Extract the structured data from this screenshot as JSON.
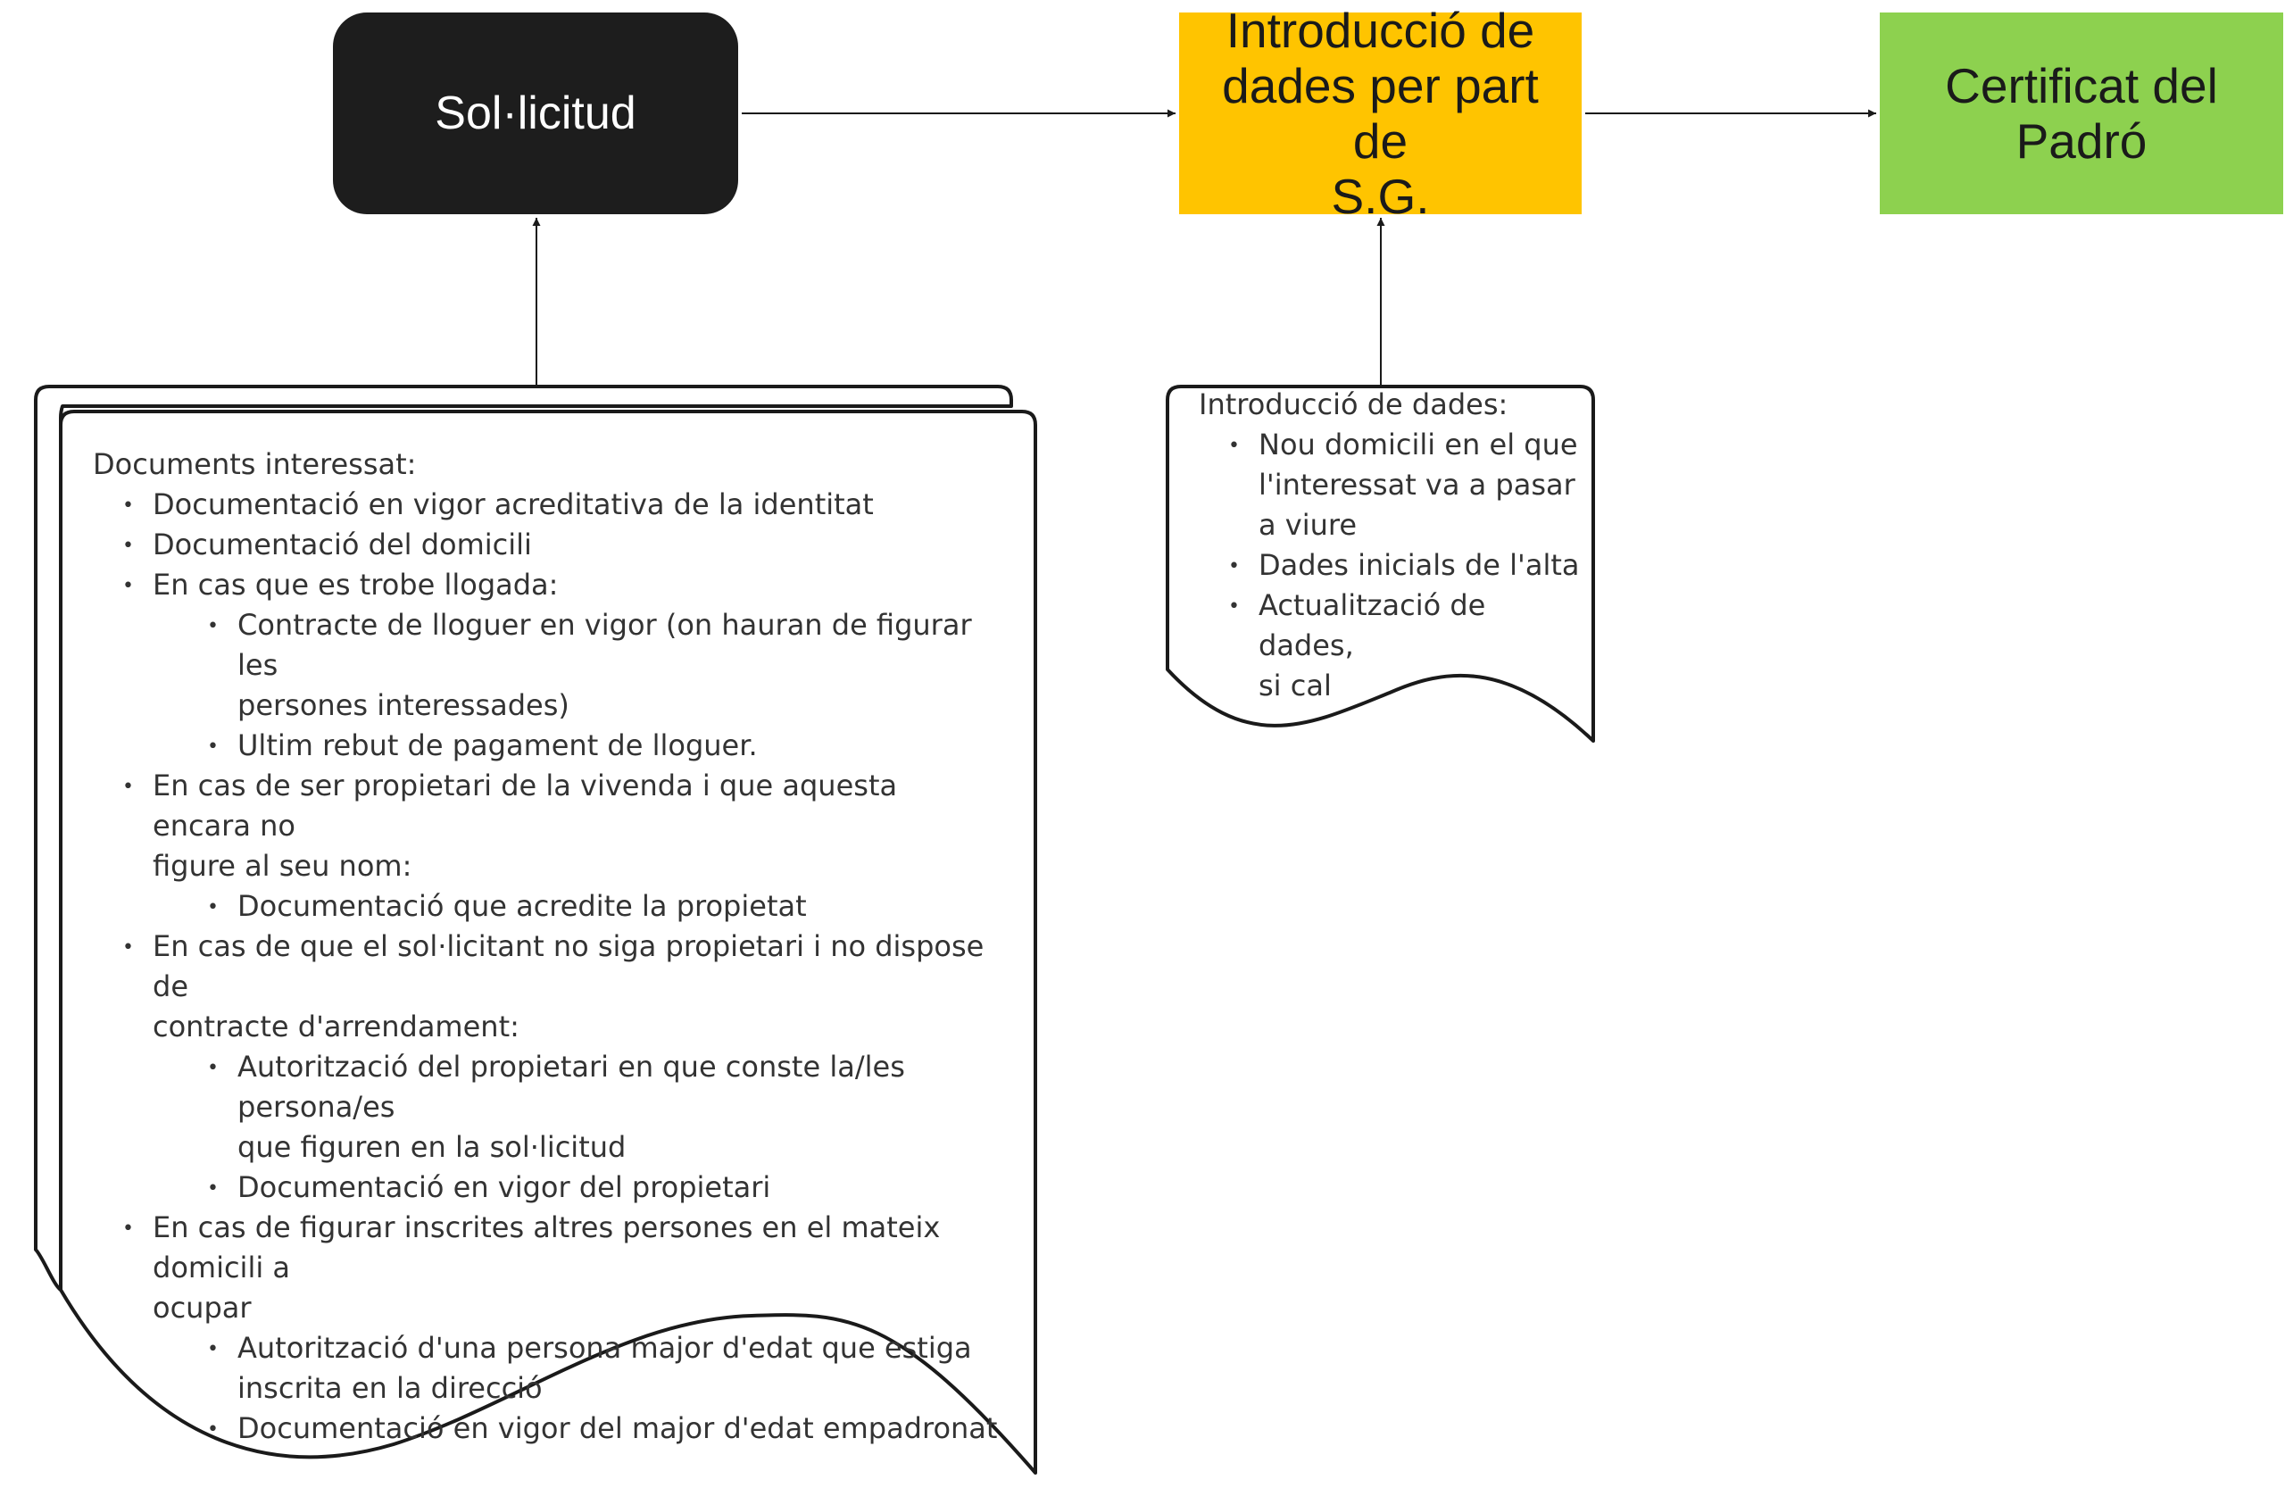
{
  "colors": {
    "solicitud_fill": "#1d1d1d",
    "solicitud_text": "#ffffff",
    "introduccio_fill": "#ffc400",
    "certificat_fill": "#8dd14f",
    "node_text": "#1a1a1a",
    "stroke": "#1a1a1a"
  },
  "nodes": {
    "solicitud": "Sol·licitud",
    "introduccio": [
      "Introducció de",
      "dades per part de",
      "S.G."
    ],
    "certificat": [
      "Certificat del",
      "Padró"
    ]
  },
  "doc1": {
    "heading": "Documents interessat:",
    "items": [
      {
        "level": 1,
        "lines": [
          "Documentació en vigor acreditativa de la identitat"
        ]
      },
      {
        "level": 1,
        "lines": [
          "Documentació del domicili"
        ]
      },
      {
        "level": 1,
        "lines": [
          "En cas que es trobe llogada:"
        ]
      },
      {
        "level": 2,
        "lines": [
          "Contracte de lloguer en vigor (on hauran de figurar les",
          "persones interessades)"
        ]
      },
      {
        "level": 2,
        "lines": [
          "Ultim rebut de pagament de lloguer."
        ]
      },
      {
        "level": 1,
        "lines": [
          "En cas de ser propietari de la vivenda i que aquesta encara no",
          "figure al seu nom:"
        ]
      },
      {
        "level": 2,
        "lines": [
          "Documentació que acredite la propietat"
        ]
      },
      {
        "level": 1,
        "lines": [
          "En cas de que el sol·licitant no siga propietari i no dispose de",
          "contracte d'arrendament:"
        ]
      },
      {
        "level": 2,
        "lines": [
          "Autorització del propietari en que conste la/les persona/es",
          "que figuren en la sol·licitud"
        ]
      },
      {
        "level": 2,
        "lines": [
          "Documentació en vigor del propietari"
        ]
      },
      {
        "level": 1,
        "lines": [
          "En cas de figurar inscrites altres persones en el mateix domicili a",
          "ocupar"
        ]
      },
      {
        "level": 2,
        "lines": [
          "Autorització d'una persona major d'edat que estiga",
          "inscrita en la direcció"
        ]
      },
      {
        "level": 2,
        "lines": [
          "Documentació en vigor del major d'edat empadronat"
        ]
      }
    ]
  },
  "doc2": {
    "heading": "Introducció de dades:",
    "items": [
      {
        "level": 1,
        "lines": [
          "Nou domicili en el que",
          "l'interessat va a pasar",
          "a viure"
        ]
      },
      {
        "level": 1,
        "lines": [
          "Dades inicials de l'alta"
        ]
      },
      {
        "level": 1,
        "lines": [
          "Actualització de dades,",
          "si cal"
        ]
      }
    ]
  }
}
